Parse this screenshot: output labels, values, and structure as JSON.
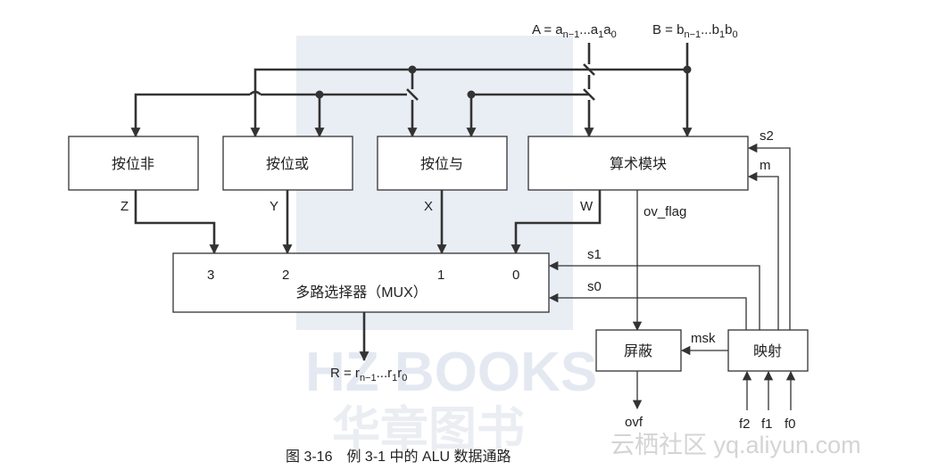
{
  "inputs": {
    "a_main": "A = a",
    "a_sub1": "n−1",
    "a_mid": "...a",
    "a_sub2": "1",
    "a_end": "a",
    "a_sub3": "0",
    "b_main": "B = b",
    "b_sub1": "n−1",
    "b_mid": "...b",
    "b_sub2": "1",
    "b_end": "b",
    "b_sub3": "0"
  },
  "blocks": {
    "not": "按位非",
    "or": "按位或",
    "and": "按位与",
    "arith": "算术模块",
    "mux": "多路选择器（MUX）",
    "mask": "屏蔽",
    "map": "映射"
  },
  "signals": {
    "z": "Z",
    "y": "Y",
    "x": "X",
    "w": "W",
    "ov_flag": "ov_flag",
    "s2": "s2",
    "m": "m",
    "s1": "s1",
    "s0": "s0",
    "msk": "msk",
    "ovf": "ovf",
    "f2": "f2",
    "f1": "f1",
    "f0": "f0"
  },
  "mux_ports": {
    "p3": "3",
    "p2": "2",
    "p1": "1",
    "p0": "0"
  },
  "output": {
    "r_main": "R = r",
    "r_sub1": "n−1",
    "r_mid": "...r",
    "r_sub2": "1",
    "r_end": "r",
    "r_sub3": "0"
  },
  "caption": "图 3-16　例 3-1 中的 ALU 数据通路",
  "watermark": {
    "publisher": "HZ BOOKS",
    "publisher_cn": "华章图书",
    "site": "云栖社区 yq.aliyun.com"
  }
}
